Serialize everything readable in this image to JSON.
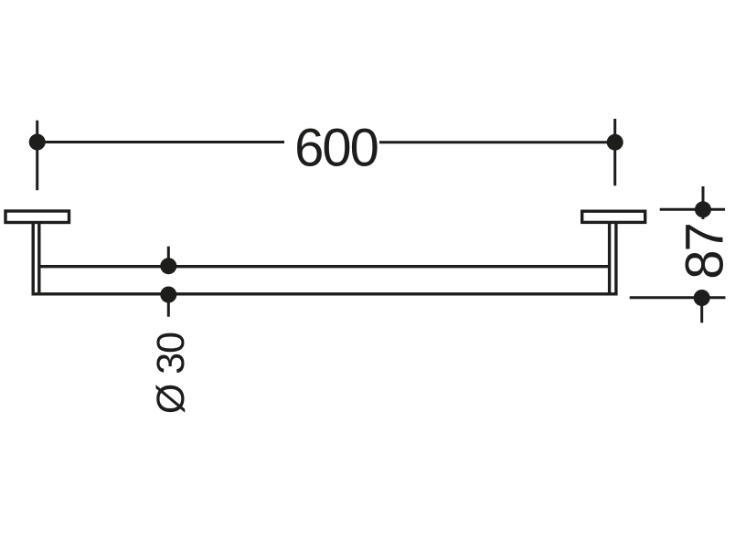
{
  "colors": {
    "ink": "#1d1d1b",
    "background": "#ffffff"
  },
  "dimensions": {
    "width_label": "600",
    "height_label": "87",
    "diameter_label": "Ø 30"
  }
}
